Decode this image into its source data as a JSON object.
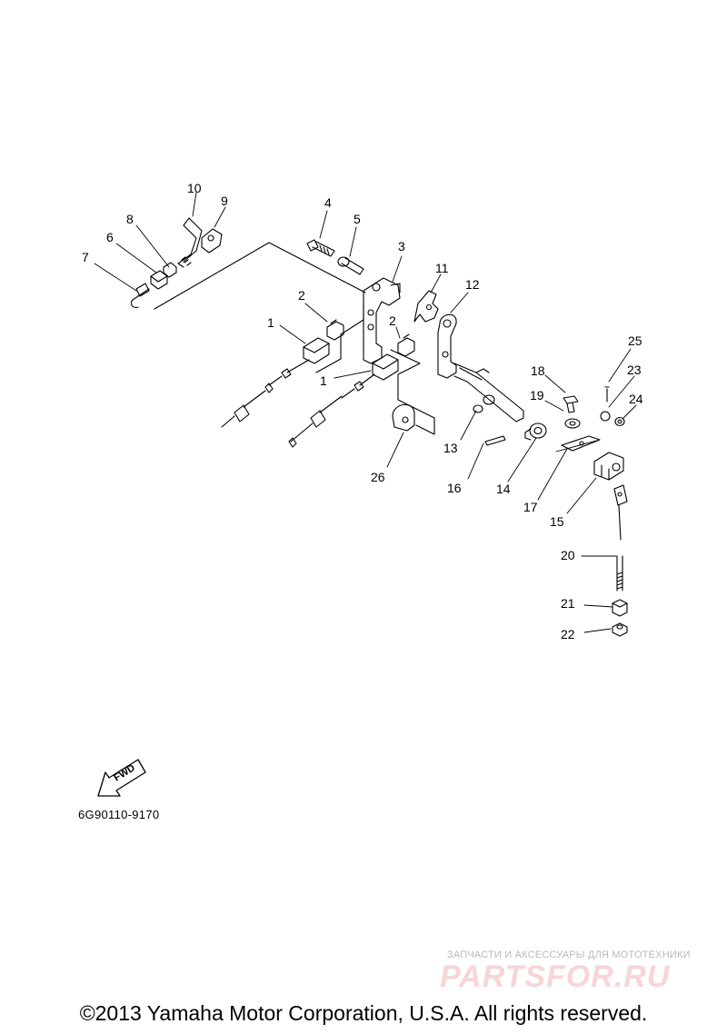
{
  "callouts": [
    "1",
    "1",
    "2",
    "2",
    "3",
    "4",
    "5",
    "6",
    "7",
    "8",
    "9",
    "10",
    "11",
    "12",
    "13",
    "14",
    "15",
    "16",
    "17",
    "18",
    "19",
    "20",
    "21",
    "22",
    "23",
    "24",
    "25",
    "26"
  ],
  "fwd_label": "FWD",
  "part_code": "6G90110-9170",
  "watermark": {
    "subtitle": "ЗАПЧАСТИ И АКСЕССУАРЫ ДЛЯ МОТОТЕХНИКИ",
    "brand": "PARTSFOR.RU"
  },
  "copyright": "©2013 Yamaha Motor Corporation, U.S.A. All rights reserved."
}
